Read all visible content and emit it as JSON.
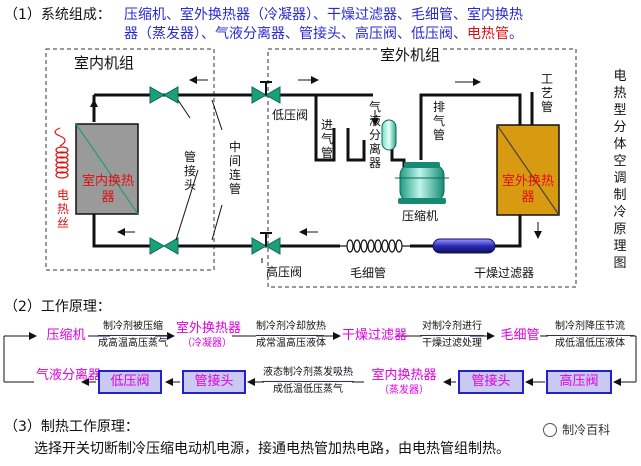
{
  "section1": {
    "heading": "（1）系统组成：",
    "components_line1": "压缩机、室外换热器（冷凝器）、干燥过滤器、毛细管、室内换热",
    "components_line2": "器（蒸发器）、气液分离器、管接头、高压阀、低压阀、",
    "components_red": "电热管",
    "components_end": "。"
  },
  "diagram": {
    "indoor_unit": "室内机组",
    "outdoor_unit": "室外机组",
    "indoor_hx": "室内换热器",
    "outdoor_hx": "室外换热器",
    "heater_wire": "电热丝",
    "pipe_joint": "管接头",
    "middle_pipe": "中间连管",
    "low_valve": "低压阀",
    "inlet_pipe": "进气管",
    "separator": "气液分离器",
    "exhaust_pipe": "排气管",
    "process_pipe": "工艺管",
    "compressor": "压缩机",
    "high_valve": "高压阀",
    "capillary": "毛细管",
    "filter": "干燥过滤器",
    "side_title": "电热型分体空调制冷原理图"
  },
  "section2": {
    "heading": "（2）工作原理：",
    "row1": [
      {
        "text": "压缩机"
      },
      {
        "top": "制冷剂被压缩",
        "bottom": "成高温高压蒸气"
      },
      {
        "text": "室外换热器",
        "sub": "（冷凝器）"
      },
      {
        "top": "制冷剂冷却放热",
        "bottom": "成常温高压液体"
      },
      {
        "text": "干燥过滤器"
      },
      {
        "top": "对制冷剂进行",
        "bottom": "干燥过滤处理"
      },
      {
        "text": "毛细管"
      },
      {
        "top": "制冷剂降压节流",
        "bottom": "成低温低压液体"
      }
    ],
    "row2": {
      "separator": "气液分离器",
      "low_valve": "低压阀",
      "joint_a": "管接头",
      "proc_top": "液态制冷剂蒸发吸热",
      "proc_bottom": "成低温低压蒸气",
      "indoor_hx": "室内换热器",
      "indoor_sub": "（蒸发器）",
      "joint_b": "管接头",
      "high_valve": "高压阀"
    }
  },
  "section3": {
    "heading": "（3）制热工作原理：",
    "body": "选择开关切断制冷压缩电动机电源，接通电热管加热电路，由电热管组制热。"
  },
  "watermark": "制冷百科",
  "colors": {
    "blue_text": "#2a2ad0",
    "red_text": "#e01010",
    "magenta": "#e000e0",
    "valve_green": "#1aa07a",
    "hx_orange": "#d89a10",
    "hx_gray": "#9a9a9a",
    "box_fill": "#c9c9f2"
  }
}
